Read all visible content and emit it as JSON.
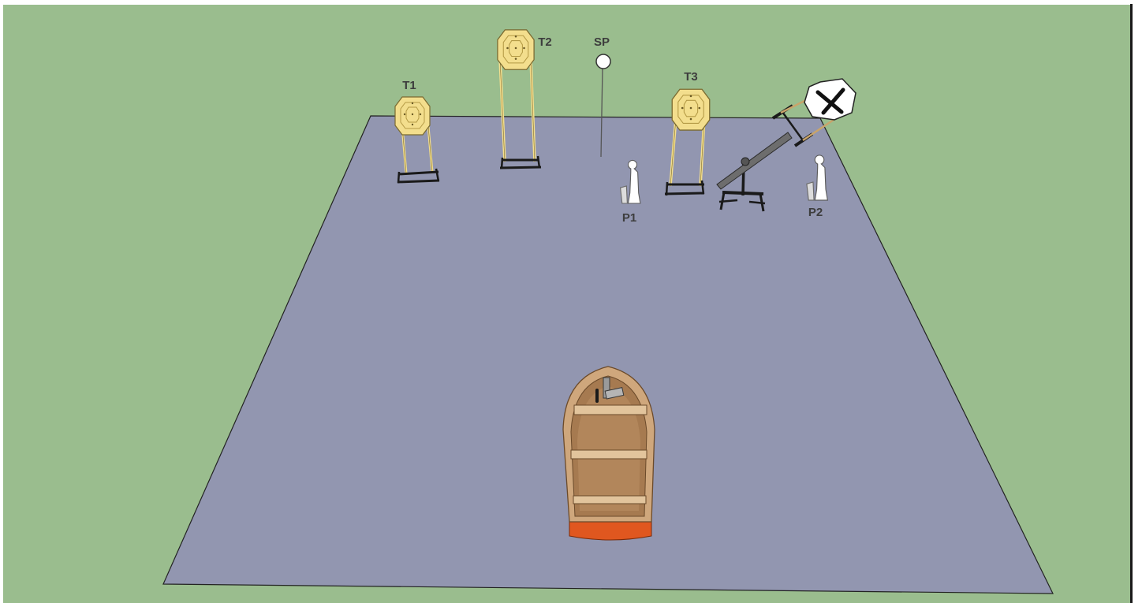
{
  "scene": {
    "colors": {
      "background": "#9abd8e",
      "floor": "#9296b0",
      "steel_target": "#f3de8d",
      "popper": "#ffffff",
      "boat_wood": "#cfa77c",
      "boat_bow": "#e0571f",
      "stand": "#1a1a1a",
      "swinger_beam": "#6d6d6d"
    },
    "labels": {
      "t1": "T1",
      "t2": "T2",
      "t3": "T3",
      "sp": "SP",
      "p1": "P1",
      "p2": "P2"
    }
  }
}
